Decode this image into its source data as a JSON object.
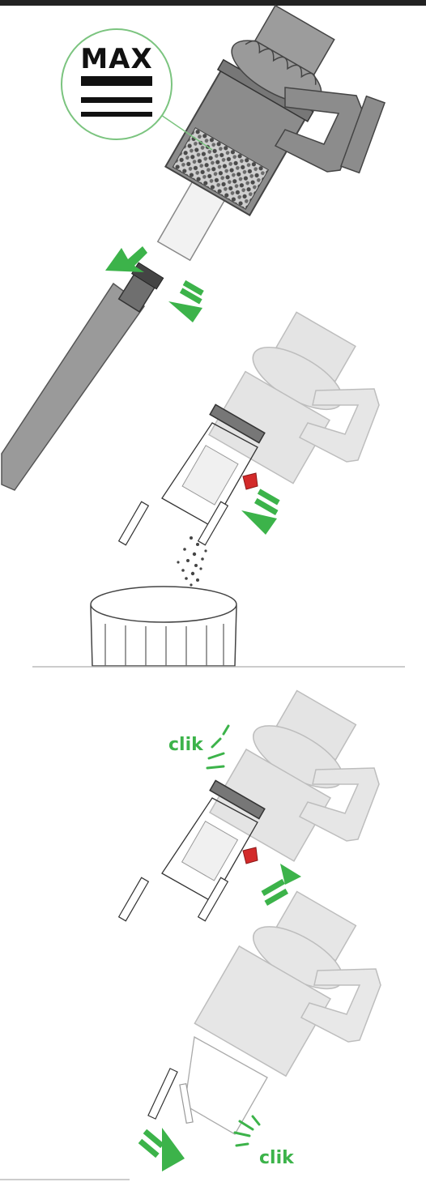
{
  "top_bar": {
    "color": "#222222"
  },
  "callout": {
    "text": "MAX",
    "ring_color": "#7bc47f"
  },
  "clik_label_1": "clik",
  "clik_label_2": "clik",
  "colors": {
    "accent_green": "#3cb34a",
    "release_red": "#d32a2a",
    "body_grey": "#8c8c8c",
    "wand_grey": "#9a9a9a",
    "faded_grey": "#e2e2e2",
    "outline": "#555555"
  },
  "icons": [
    "max-fill-icon",
    "arrow-icon",
    "clik-burst-icon",
    "vacuum-icon",
    "bin-icon"
  ]
}
